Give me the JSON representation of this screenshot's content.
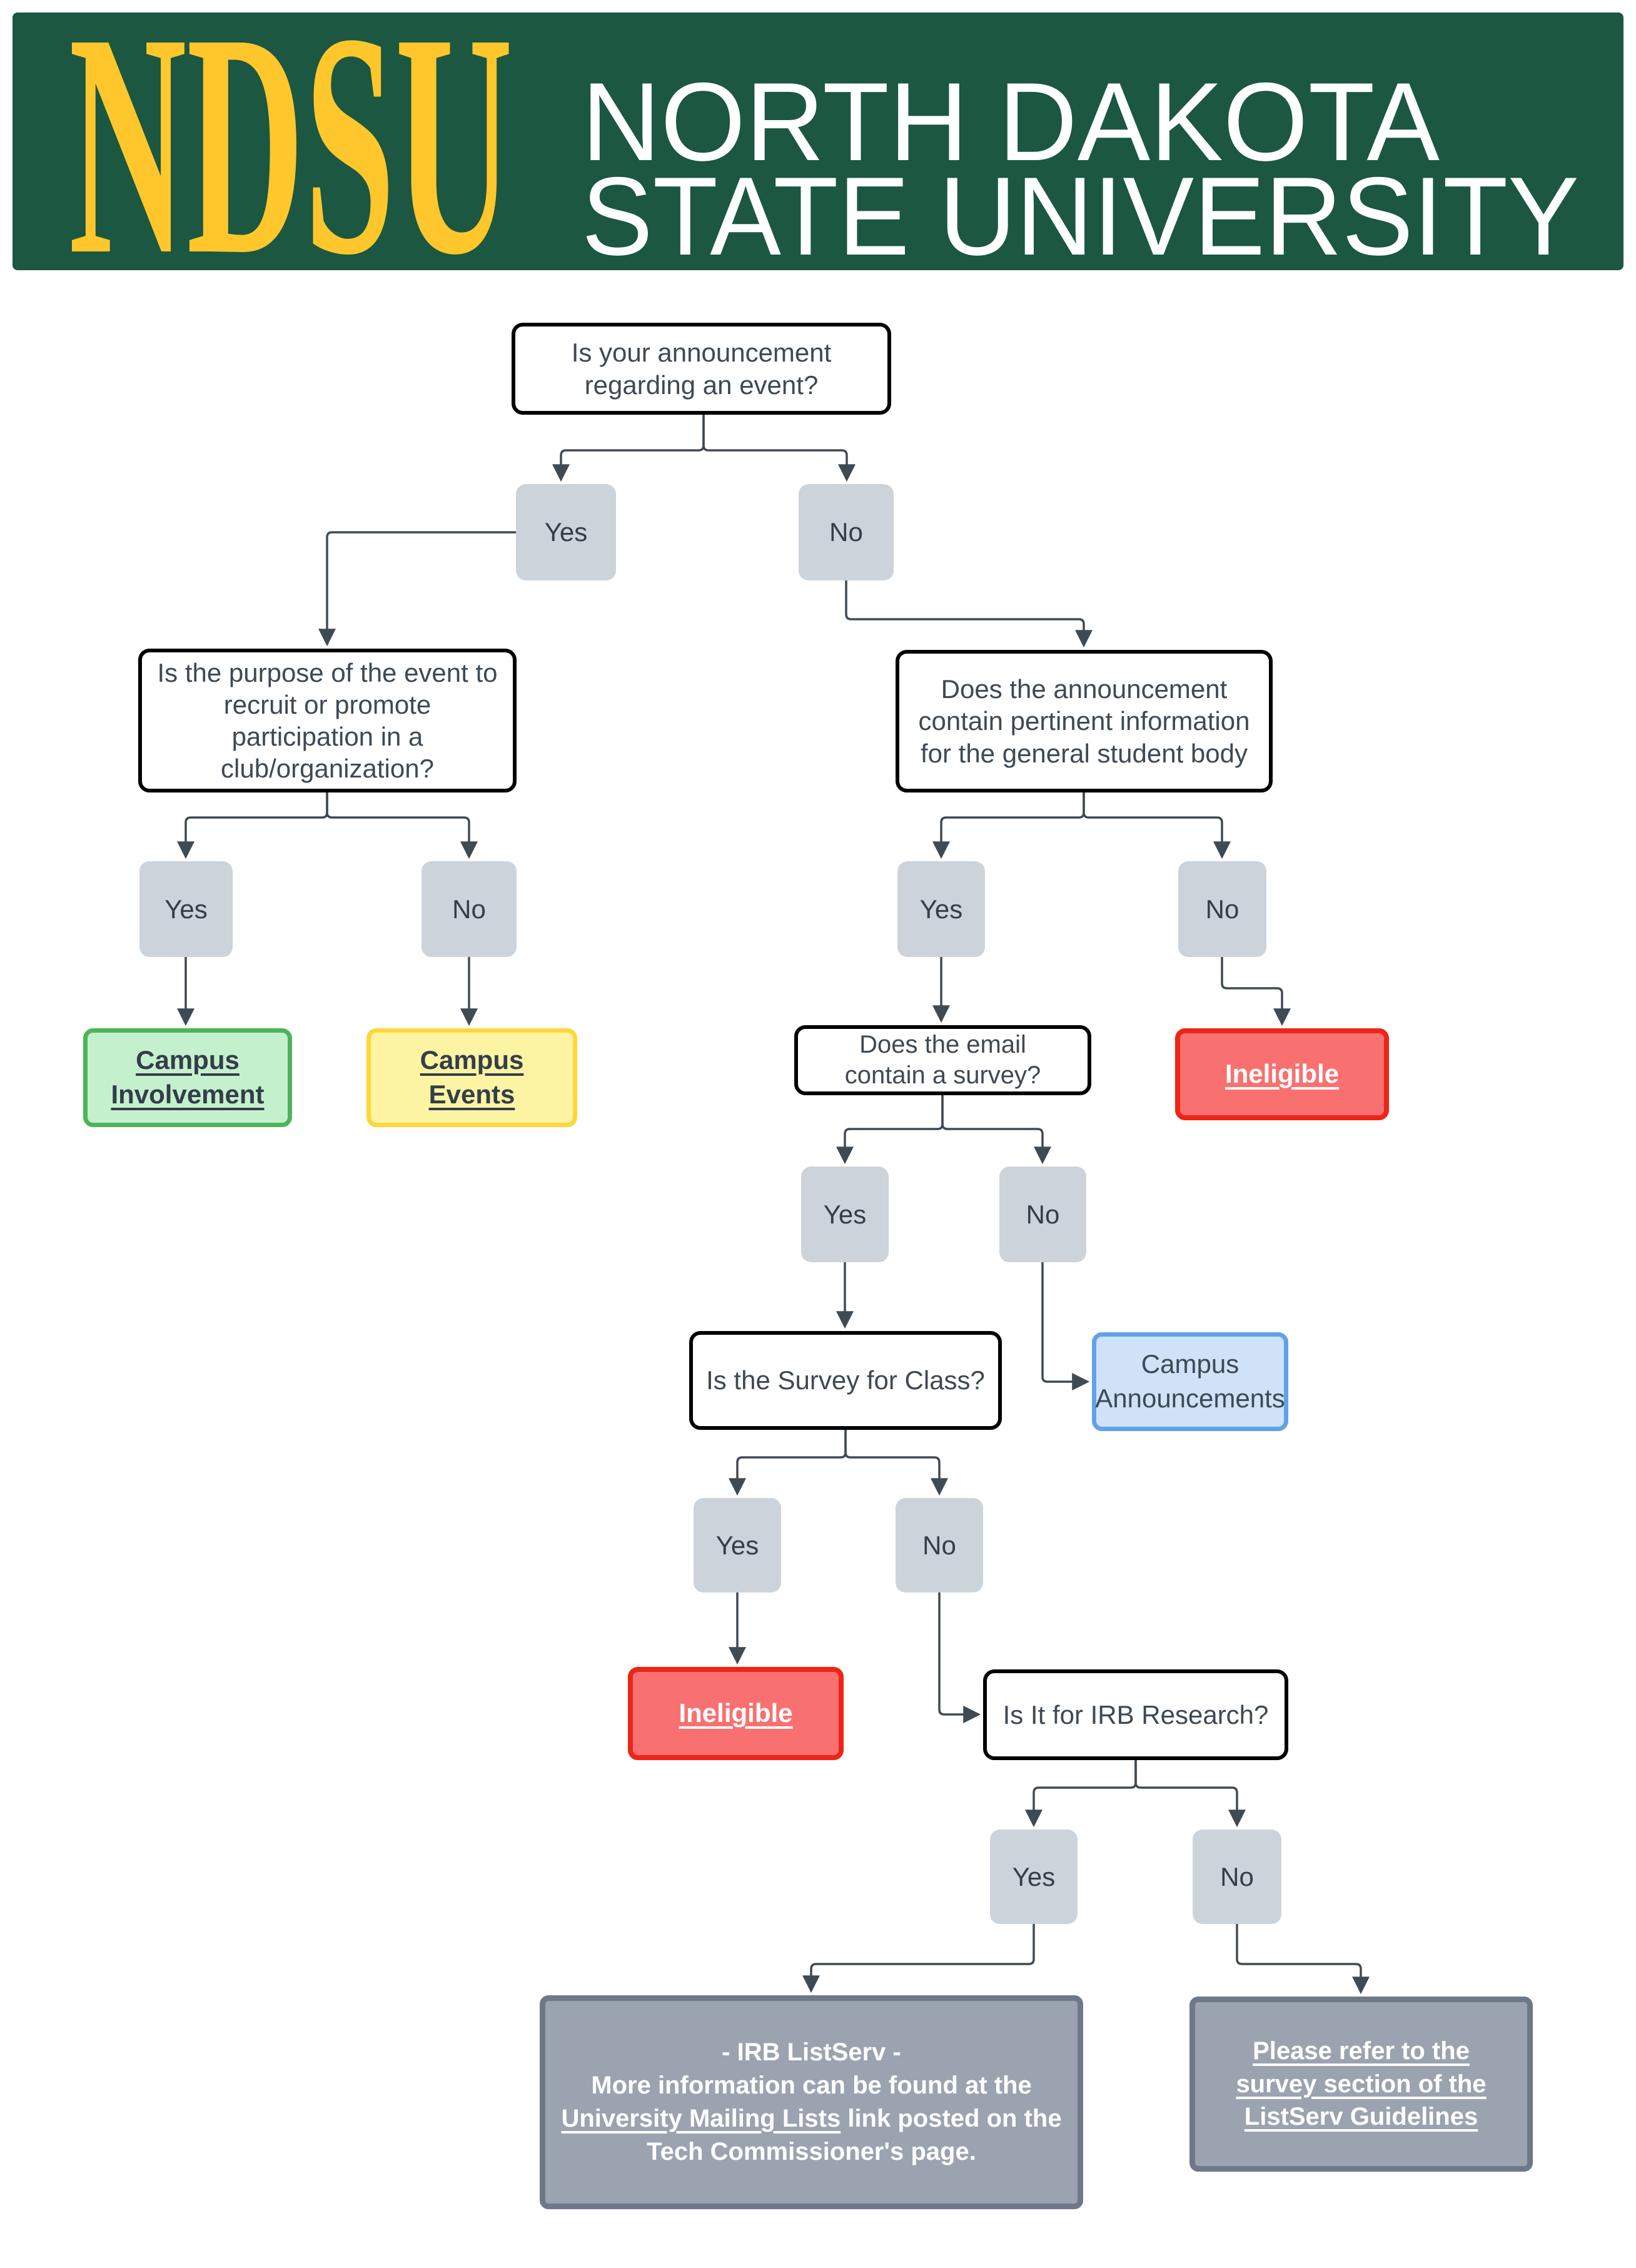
{
  "header": {
    "logo_acronym": "NDSU",
    "university_name_line1": "NORTH DAKOTA",
    "university_name_line2": "STATE UNIVERSITY"
  },
  "colors": {
    "header_green": "#1b5741",
    "logo_gold": "#ffc72c",
    "connector_line": "#3e4a54",
    "answer_chip_fill": "#ccd3db",
    "question_text": "#3e4954",
    "green_fill": "#c5f0cd",
    "green_border": "#4db459",
    "yellow_fill": "#fcf3a3",
    "yellow_border": "#fdd73a",
    "red_fill": "#f87170",
    "red_border": "#ee2516",
    "blue_fill": "#cfe2f8",
    "blue_border": "#60a2e8",
    "gray_fill": "#9aa3af",
    "gray_border": "#6e7888"
  },
  "flow": {
    "q_event": "Is your announcement\nregarding an event?",
    "q_purpose": "Is the purpose of the event to\nrecruit or promote\nparticipation in a\nclub/organization?",
    "q_pertinent": "Does the announcement\ncontain pertinent information\nfor the general student body",
    "q_survey": "Does the email\ncontain a survey?",
    "q_class": "Is the Survey for Class?",
    "q_irb": "Is It for IRB Research?",
    "yes": "Yes",
    "no": "No",
    "campus_involvement": "Campus\nInvolvement",
    "campus_events": "Campus\nEvents",
    "ineligible": "Ineligible",
    "campus_announcements": "Campus\nAnnouncements",
    "irb_listserv": {
      "title": "- IRB ListServ -",
      "body_prefix": "More information can be found at the ",
      "link_text": "University Mailing Lists",
      "body_suffix": " link posted on the Tech Commissioner's page."
    },
    "guidelines": "Please refer to the\nsurvey section of the\nListServ Guidelines"
  }
}
